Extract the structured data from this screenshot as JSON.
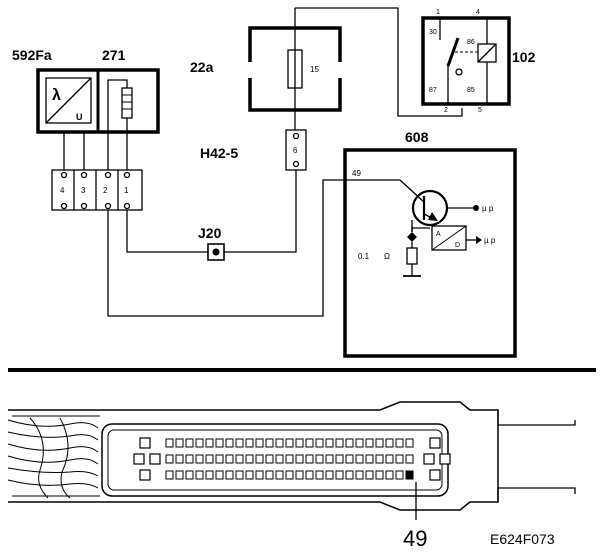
{
  "labels": {
    "lambda_sensor": "592Fa",
    "heater": "271",
    "fuse_box": "22a",
    "fuse_number": "15",
    "relay": "102",
    "relay_pin_30": "30",
    "relay_pin_86": "86",
    "relay_pin_87": "87",
    "relay_pin_85": "85",
    "relay_pos_1": "1",
    "relay_pos_4": "4",
    "relay_pos_2": "2",
    "relay_pos_5": "5",
    "connector": "H42-5",
    "connector_pin": "6",
    "splice": "J20",
    "ecu": "608",
    "ecu_pin": "49",
    "resistor_value": "0.1",
    "resistor_unit": "Ω",
    "output_top": "µ p",
    "output_bottom": "µ p",
    "adc_a": "A",
    "adc_d": "D",
    "lambda_symbol": "λ",
    "voltage_symbol": "U",
    "plug_pins": [
      "4",
      "3",
      "2",
      "1"
    ],
    "pin_callout": "49",
    "figure_code": "E624F073"
  }
}
